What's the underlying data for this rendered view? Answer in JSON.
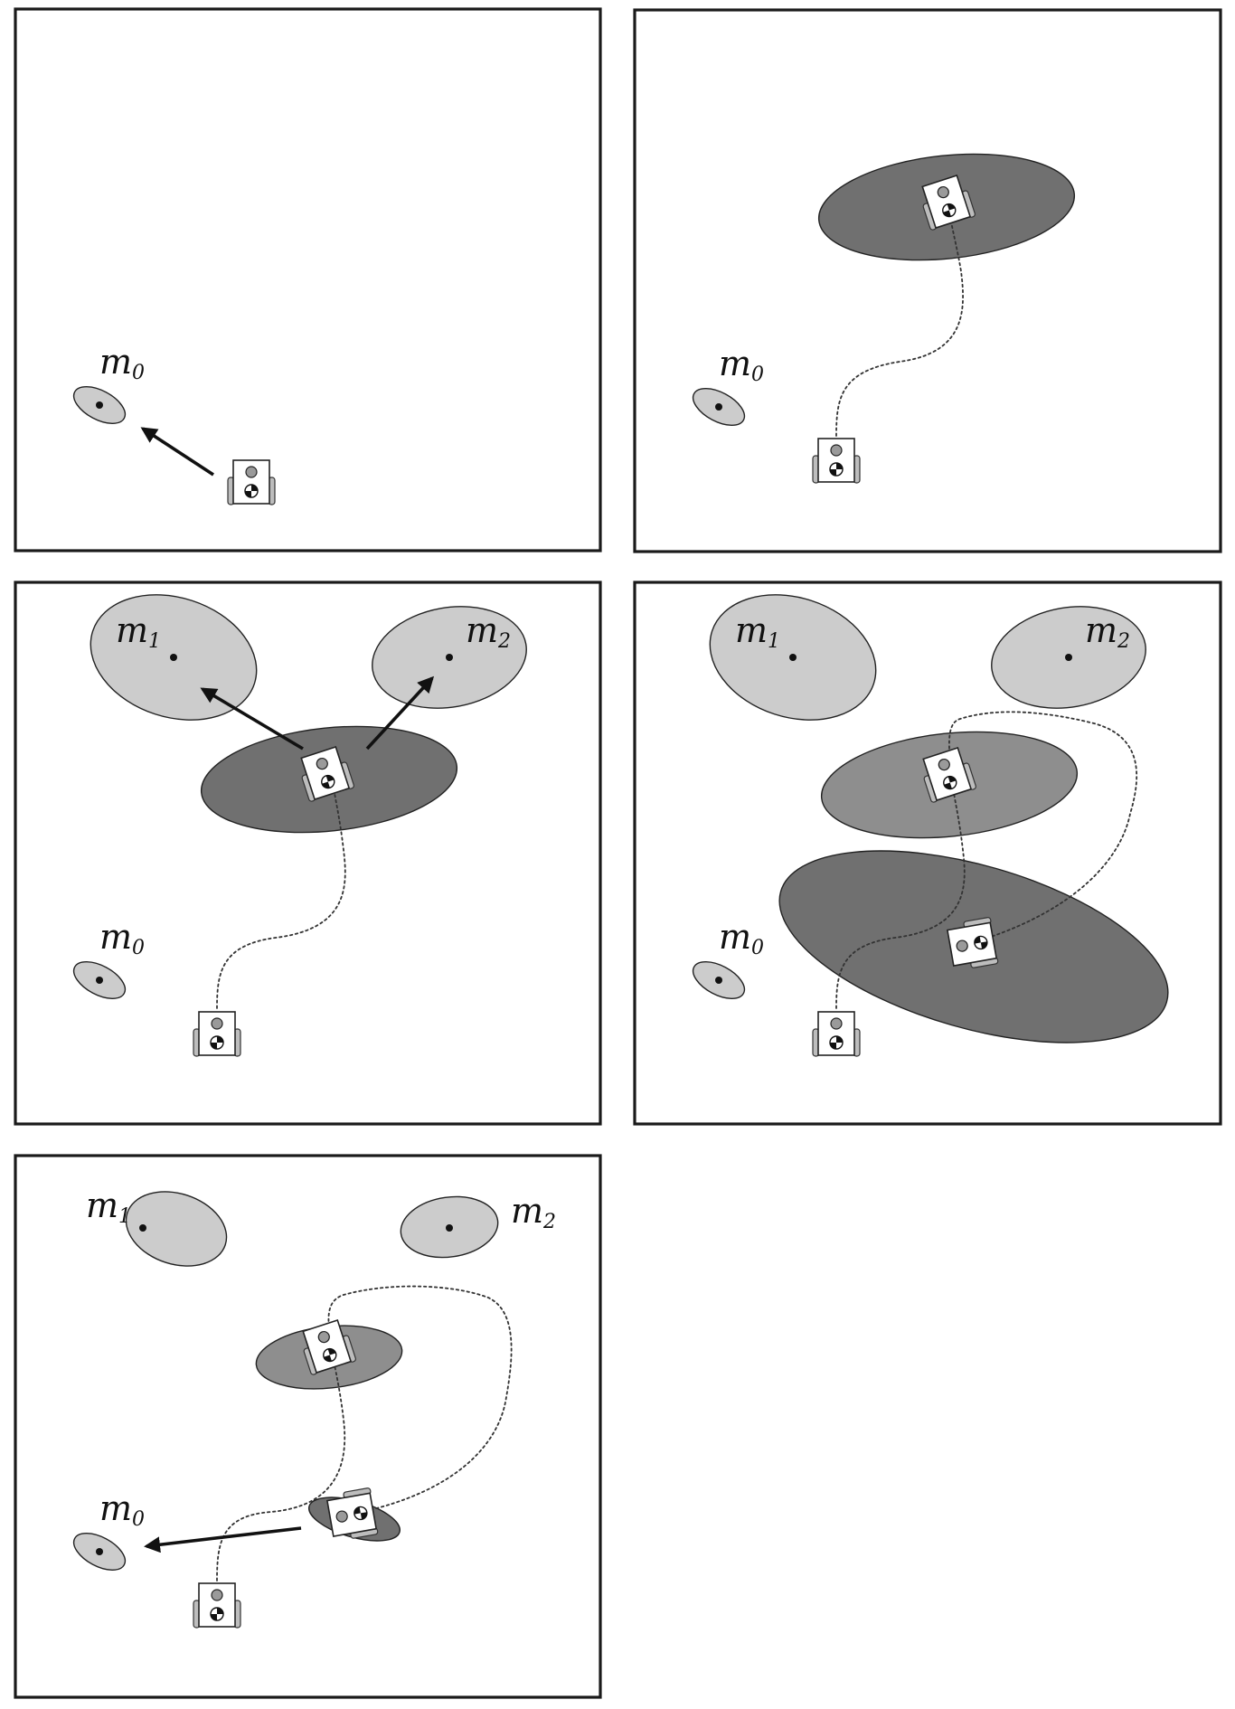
{
  "landmark_labels": {
    "m0": {
      "base": "m",
      "sub": "0"
    },
    "m1": {
      "base": "m",
      "sub": "1"
    },
    "m2": {
      "base": "m",
      "sub": "2"
    }
  },
  "colors": {
    "landmark_fill": "#cccccc",
    "robot_uncertainty_dark": "#707070",
    "robot_uncertainty_medium": "#8e8e8e",
    "frame_stroke": "#1a1a1a",
    "background": "#ffffff"
  },
  "panels": [
    {
      "id": "panel-1",
      "landmarks": [
        "m0"
      ]
    },
    {
      "id": "panel-2",
      "landmarks": [
        "m0"
      ]
    },
    {
      "id": "panel-3",
      "landmarks": [
        "m0",
        "m1",
        "m2"
      ]
    },
    {
      "id": "panel-4",
      "landmarks": [
        "m0",
        "m1",
        "m2"
      ]
    },
    {
      "id": "panel-5",
      "landmarks": [
        "m0",
        "m1",
        "m2"
      ]
    }
  ]
}
